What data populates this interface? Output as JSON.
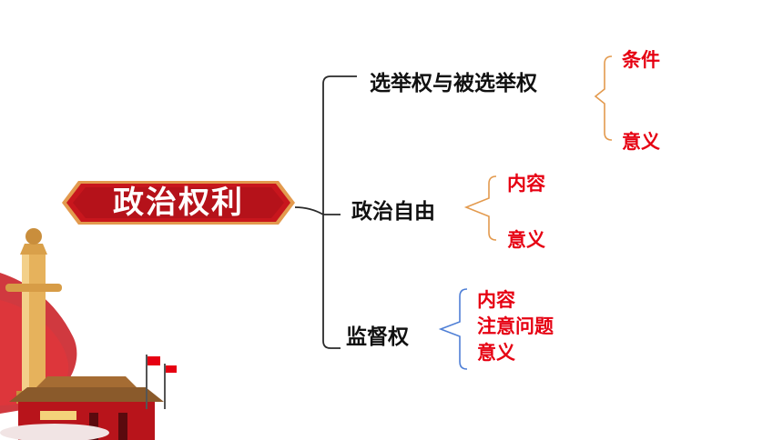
{
  "title": "政治权利",
  "branches": [
    {
      "label": "选举权与被选举权",
      "items": [
        "条件",
        "意义"
      ]
    },
    {
      "label": "政治自由",
      "items": [
        "内容",
        "意义"
      ]
    },
    {
      "label": "监督权",
      "items": [
        "内容",
        "注意问题",
        "意义"
      ]
    }
  ],
  "colors": {
    "accent_red": "#e60012",
    "bracket_orange": "#e39a4e",
    "bracket_blue": "#4f7fd6",
    "main_bracket": "#2a2a2a"
  }
}
